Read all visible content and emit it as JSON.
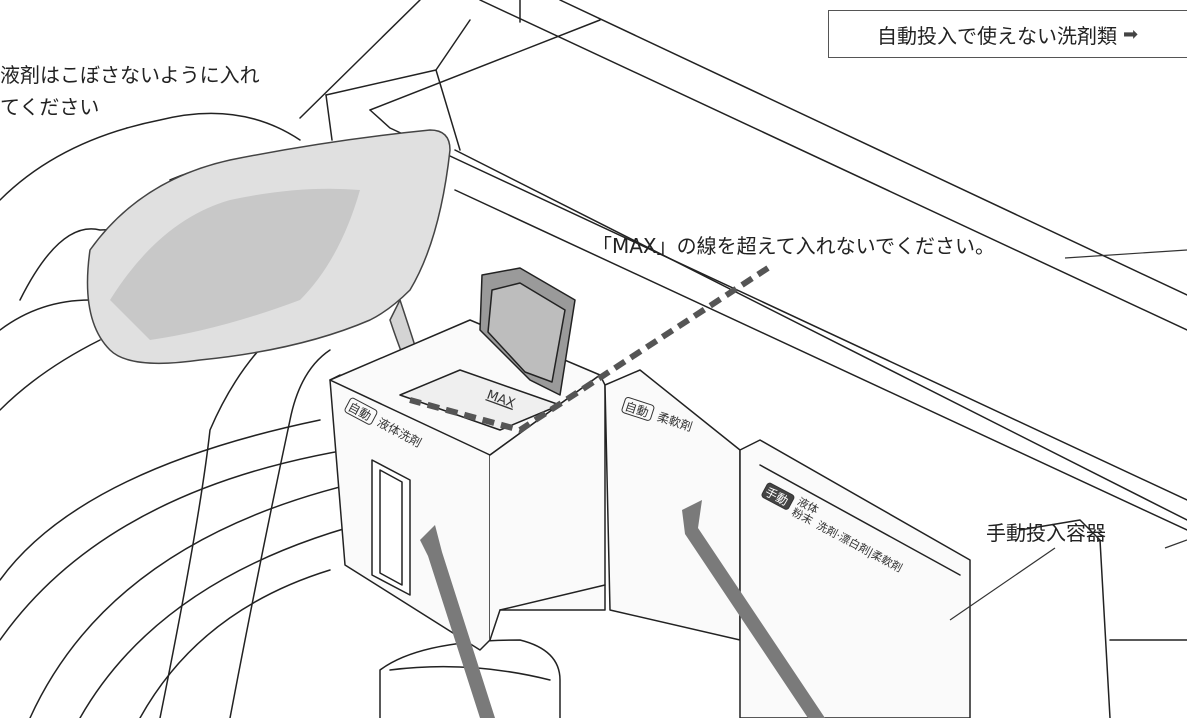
{
  "link_box": {
    "label": "自動投入で使えない洗剤類",
    "arrow_icon": "right-arrow-icon"
  },
  "captions": {
    "top_left_line1": "液剤はこぼさないように入れ",
    "top_left_line2": "てください",
    "max_line": "「MAX」の線を超えて入れないでください。",
    "manual_container": "手動投入容器"
  },
  "printed_labels": {
    "max": "MAX",
    "auto_tag": "自動",
    "manual_tag": "手動",
    "liquid_detergent": "液体洗剤",
    "softener": "柔軟剤",
    "manual_line1_a": "液体",
    "manual_line1_b": "粉末",
    "manual_line2": "洗剤·漂白剤|柔軟剤"
  },
  "colors": {
    "arrow_gray": "#7a7a7a",
    "line_dark": "#222222"
  }
}
